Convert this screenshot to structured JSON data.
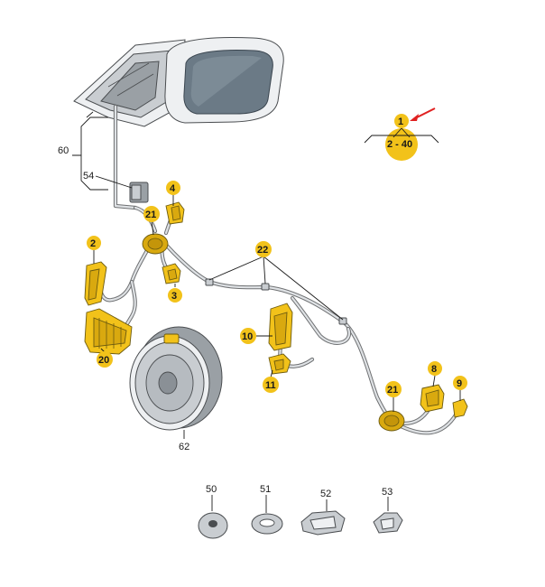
{
  "callouts": {
    "c1": "1",
    "range": "2 - 40",
    "c2": "2",
    "c3": "3",
    "c4": "4",
    "c8": "8",
    "c9": "9",
    "c10": "10",
    "c11": "11",
    "c20": "20",
    "c21a": "21",
    "c21b": "21",
    "c22": "22",
    "c50": "50",
    "c51": "51",
    "c52": "52",
    "c53": "53",
    "c54": "54",
    "c60": "60",
    "c62": "62"
  },
  "colors": {
    "badge": "#f2c21a",
    "arrow": "#e02020",
    "wire": "#6f7173"
  }
}
